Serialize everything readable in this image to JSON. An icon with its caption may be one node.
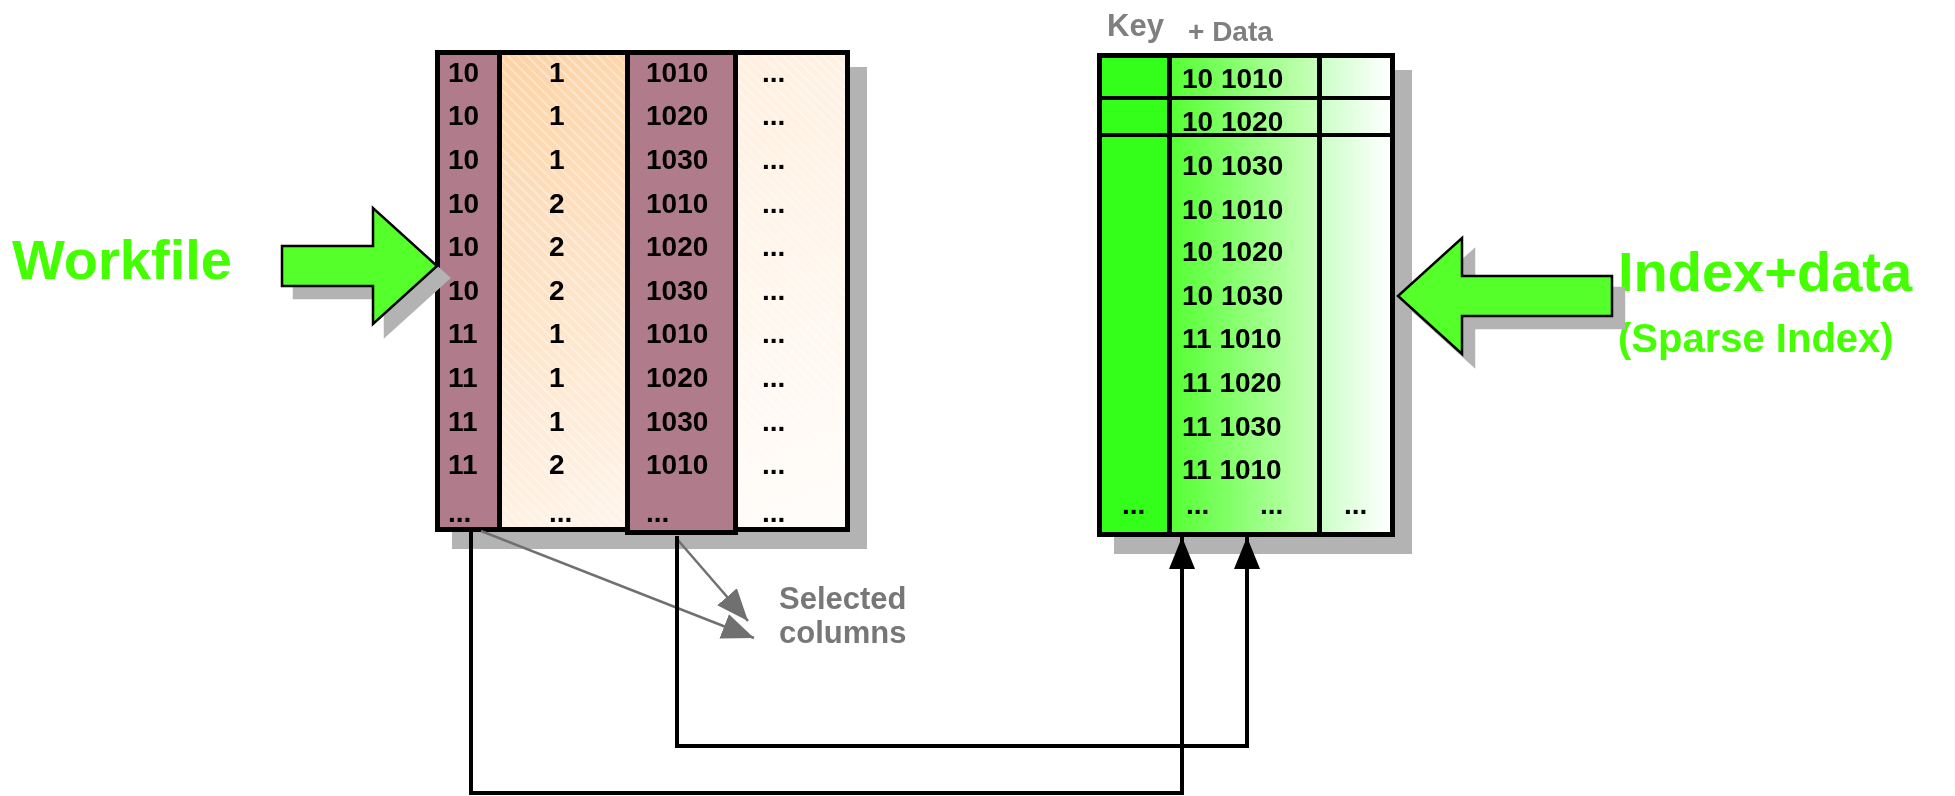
{
  "diagram": {
    "nodes": [
      {
        "text": [
          "Workfile"
        ]
      },
      {
        "text": [],
        "shape": "box"
      },
      {
        "text": [
          "10",
          "10",
          "10",
          "10",
          "10",
          "10",
          "11",
          "11",
          "11",
          "11",
          "..."
        ],
        "in": 1
      },
      {
        "text": [
          "1",
          "1",
          "1",
          "2",
          "2",
          "2",
          "1",
          "1",
          "1",
          "2",
          "..."
        ],
        "in": 1
      },
      {
        "text": [
          "1010",
          "1020",
          "1030",
          "1010",
          "1020",
          "1030",
          "1010",
          "1020",
          "1030",
          "1010",
          "..."
        ],
        "in": 1
      },
      {
        "text": [
          "...",
          "...",
          "...",
          "...",
          "...",
          "...",
          "...",
          "...",
          "...",
          "...",
          "..."
        ],
        "in": 1
      },
      {
        "text": [
          "Selected columns"
        ]
      },
      {
        "text": [],
        "shape": "box"
      },
      {
        "text": [
          "Key",
          "..."
        ],
        "in": 7
      },
      {
        "text": [
          "+ Data",
          "10 1010",
          "10 1020",
          "10 1030",
          "10 1010",
          "10 1020",
          "10 1030",
          "11 1010",
          "11 1020",
          "11 1030",
          "11 1010",
          "...",
          "..."
        ],
        "in": 7
      },
      {
        "text": [
          "..."
        ],
        "in": 7
      },
      {
        "text": [
          "Index+data",
          "(Sparse Index)"
        ]
      }
    ],
    "edges": [
      {
        "from": 0,
        "to": 1,
        "arrow": "to",
        "style": "thick",
        "color": "#55ff2a"
      },
      {
        "from": 11,
        "to": 7,
        "arrow": "to",
        "style": "thick",
        "color": "#55ff2a"
      },
      {
        "from": 2,
        "to": 6,
        "arrow": "to",
        "color": "#707070"
      },
      {
        "from": 4,
        "to": 6,
        "arrow": "to",
        "color": "#707070"
      },
      {
        "from": 2,
        "to": 9,
        "arrow": "to",
        "color": "#000000"
      },
      {
        "from": 4,
        "to": 9,
        "arrow": "to",
        "color": "#000000"
      }
    ]
  }
}
